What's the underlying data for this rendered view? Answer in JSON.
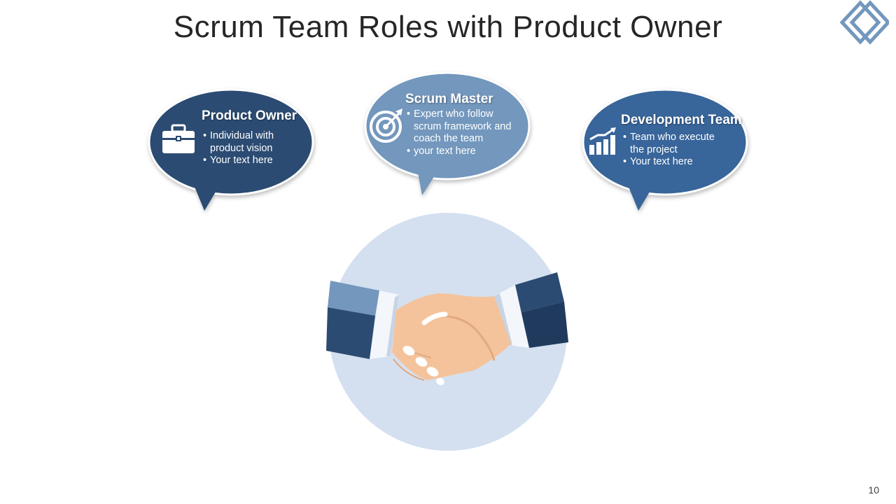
{
  "slide": {
    "title": "Scrum Team Roles with Product Owner",
    "page_number": "10"
  },
  "colors": {
    "product_owner": "#2b4b72",
    "scrum_master": "#7397bd",
    "development_team": "#38659a",
    "circle": "#d4e0f0",
    "skin": "#f4c39b"
  },
  "roles": [
    {
      "title": "Product Owner",
      "icon": "briefcase-icon",
      "bullets": [
        "Individual  with product vision",
        "Your text here"
      ]
    },
    {
      "title": "Scrum Master",
      "icon": "target-icon",
      "bullets": [
        "Expert who follow scrum framework and coach the team",
        "your text here"
      ]
    },
    {
      "title": "Development Team",
      "icon": "growth-chart-icon",
      "bullets": [
        "Team who execute the project",
        "Your text here"
      ]
    }
  ]
}
